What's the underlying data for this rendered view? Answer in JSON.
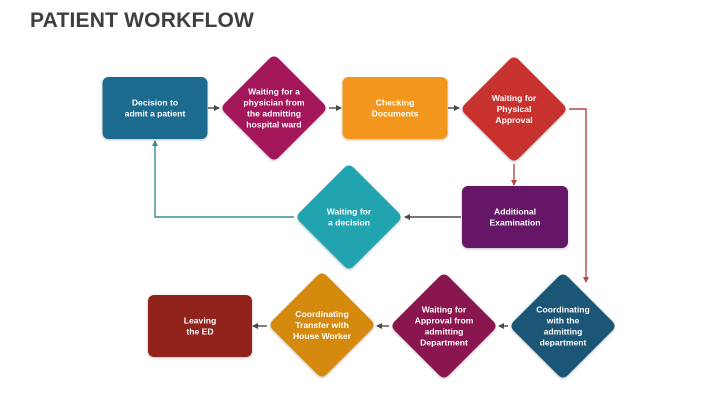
{
  "title": "PATIENT WORKFLOW",
  "colors": {
    "decision_box": "#1f6b8e",
    "physician_diamond": "#a3145a",
    "checking_box": "#f3971f",
    "physical_diamond": "#c8322d",
    "examination_box": "#651466",
    "decision_diamond": "#22a3b0",
    "coordinating_dept_diamond": "#1b5676",
    "approval_diamond": "#8a1550",
    "transfer_diamond": "#d5890c",
    "leaving_box": "#92231d",
    "connector_dark": "#4a4a4a",
    "connector_red": "#b3484a",
    "connector_teal": "#3c8d96"
  },
  "nodes": [
    {
      "id": "decision-to-admit",
      "shape": "box",
      "lines": [
        "Decision to",
        "admit a patient"
      ],
      "color_key": "decision_box"
    },
    {
      "id": "waiting-physician",
      "shape": "diamond",
      "lines": [
        "Waiting for a",
        "physician from",
        "the admitting",
        "hospital ward"
      ],
      "color_key": "physician_diamond"
    },
    {
      "id": "checking-documents",
      "shape": "box",
      "lines": [
        "Checking",
        "Documents"
      ],
      "color_key": "checking_box"
    },
    {
      "id": "waiting-physical-approval",
      "shape": "diamond",
      "lines": [
        "Waiting for",
        "Physical",
        "Approval"
      ],
      "color_key": "physical_diamond"
    },
    {
      "id": "additional-examination",
      "shape": "box",
      "lines": [
        "Additional",
        "Examination"
      ],
      "color_key": "examination_box"
    },
    {
      "id": "waiting-decision",
      "shape": "diamond",
      "lines": [
        "Waiting for",
        "a decision"
      ],
      "color_key": "decision_diamond"
    },
    {
      "id": "coordinating-department",
      "shape": "diamond",
      "lines": [
        "Coordinating",
        "with the",
        "admitting",
        "department"
      ],
      "color_key": "coordinating_dept_diamond"
    },
    {
      "id": "waiting-approval-department",
      "shape": "diamond",
      "lines": [
        "Waiting for",
        "Approval from",
        "admitting",
        "Department"
      ],
      "color_key": "approval_diamond"
    },
    {
      "id": "coordinating-transfer",
      "shape": "diamond",
      "lines": [
        "Coordinating",
        "Transfer with",
        "House Worker"
      ],
      "color_key": "transfer_diamond"
    },
    {
      "id": "leaving-ed",
      "shape": "box",
      "lines": [
        "Leaving",
        "the ED"
      ],
      "color_key": "leaving_box"
    }
  ],
  "edges": [
    {
      "from": "decision-to-admit",
      "to": "waiting-physician"
    },
    {
      "from": "waiting-physician",
      "to": "checking-documents"
    },
    {
      "from": "checking-documents",
      "to": "waiting-physical-approval"
    },
    {
      "from": "waiting-physical-approval",
      "to": "additional-examination"
    },
    {
      "from": "waiting-physical-approval",
      "to": "coordinating-department"
    },
    {
      "from": "additional-examination",
      "to": "waiting-decision"
    },
    {
      "from": "waiting-decision",
      "to": "decision-to-admit"
    },
    {
      "from": "coordinating-department",
      "to": "waiting-approval-department"
    },
    {
      "from": "waiting-approval-department",
      "to": "coordinating-transfer"
    },
    {
      "from": "coordinating-transfer",
      "to": "leaving-ed"
    }
  ]
}
